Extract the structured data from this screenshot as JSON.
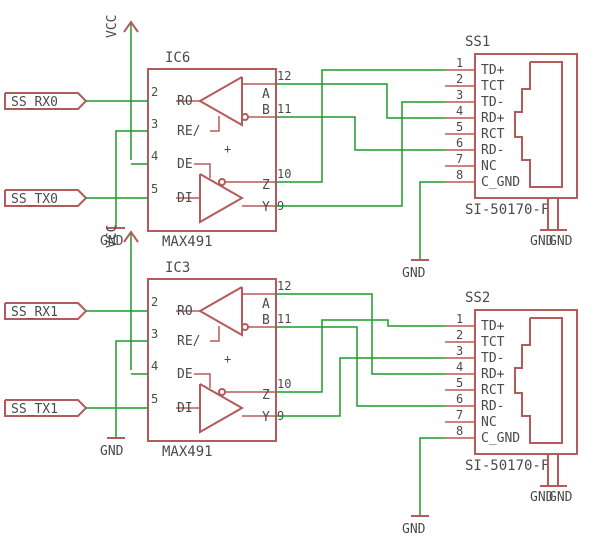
{
  "circuits": [
    {
      "ic_ref": "IC6",
      "ic_value": "MAX491",
      "vcc": "VCC",
      "gnd_left": "GND",
      "in_rx": "SS_RX0",
      "in_tx": "SS_TX0",
      "ic_pins": {
        "ro": {
          "num": "2",
          "name": "RO"
        },
        "re": {
          "num": "3",
          "name": "RE/"
        },
        "de": {
          "num": "4",
          "name": "DE"
        },
        "di": {
          "num": "5",
          "name": "DI"
        },
        "a": {
          "num": "12",
          "name": "A"
        },
        "b": {
          "num": "11",
          "name": "B"
        },
        "z": {
          "num": "10",
          "name": "Z"
        },
        "y": {
          "num": "9",
          "name": "Y"
        }
      },
      "conn_ref": "SS1",
      "conn_value": "SI-50170-F",
      "conn_pins": [
        {
          "num": "1",
          "name": "TD+"
        },
        {
          "num": "2",
          "name": "TCT"
        },
        {
          "num": "3",
          "name": "TD-"
        },
        {
          "num": "4",
          "name": "RD+"
        },
        {
          "num": "5",
          "name": "RCT"
        },
        {
          "num": "6",
          "name": "RD-"
        },
        {
          "num": "7",
          "name": "NC"
        },
        {
          "num": "8",
          "name": "C_GND"
        }
      ],
      "gnd_conn": "GND",
      "gnd_shield_a": "GND",
      "gnd_shield_b": "GND"
    },
    {
      "ic_ref": "IC3",
      "ic_value": "MAX491",
      "vcc": "VCC",
      "gnd_left": "GND",
      "in_rx": "SS_RX1",
      "in_tx": "SS_TX1",
      "ic_pins": {
        "ro": {
          "num": "2",
          "name": "RO"
        },
        "re": {
          "num": "3",
          "name": "RE/"
        },
        "de": {
          "num": "4",
          "name": "DE"
        },
        "di": {
          "num": "5",
          "name": "DI"
        },
        "a": {
          "num": "12",
          "name": "A"
        },
        "b": {
          "num": "11",
          "name": "B"
        },
        "z": {
          "num": "10",
          "name": "Z"
        },
        "y": {
          "num": "9",
          "name": "Y"
        }
      },
      "conn_ref": "SS2",
      "conn_value": "SI-50170-F",
      "conn_pins": [
        {
          "num": "1",
          "name": "TD+"
        },
        {
          "num": "2",
          "name": "TCT"
        },
        {
          "num": "3",
          "name": "TD-"
        },
        {
          "num": "4",
          "name": "RD+"
        },
        {
          "num": "5",
          "name": "RCT"
        },
        {
          "num": "6",
          "name": "RD-"
        },
        {
          "num": "7",
          "name": "NC"
        },
        {
          "num": "8",
          "name": "C_GND"
        }
      ],
      "gnd_conn": "GND",
      "gnd_shield_a": "GND",
      "gnd_shield_b": "GND"
    }
  ]
}
